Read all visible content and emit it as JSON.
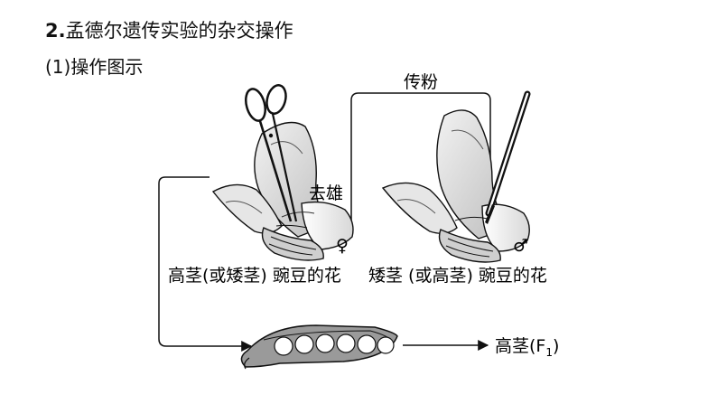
{
  "header": {
    "number": "2.",
    "title": "孟德尔遗传实验的杂交操作",
    "subtitle": "(1)操作图示"
  },
  "labels": {
    "pollination": "传粉",
    "emasculation": "去雄",
    "female_symbol": "♀",
    "male_symbol": "♂",
    "left_flower": "高茎(或矮茎) 豌豆的花",
    "right_flower": "矮茎 (或高茎) 豌豆的花",
    "offspring_main": "高茎(F",
    "offspring_sub": "1",
    "offspring_close": ")"
  },
  "icons": {
    "scissors": "scissors-icon",
    "brush": "brush-icon",
    "pea_flower_left": "pea-flower-icon",
    "pea_flower_right": "pea-flower-icon",
    "pea_pod": "pea-pod-icon"
  }
}
